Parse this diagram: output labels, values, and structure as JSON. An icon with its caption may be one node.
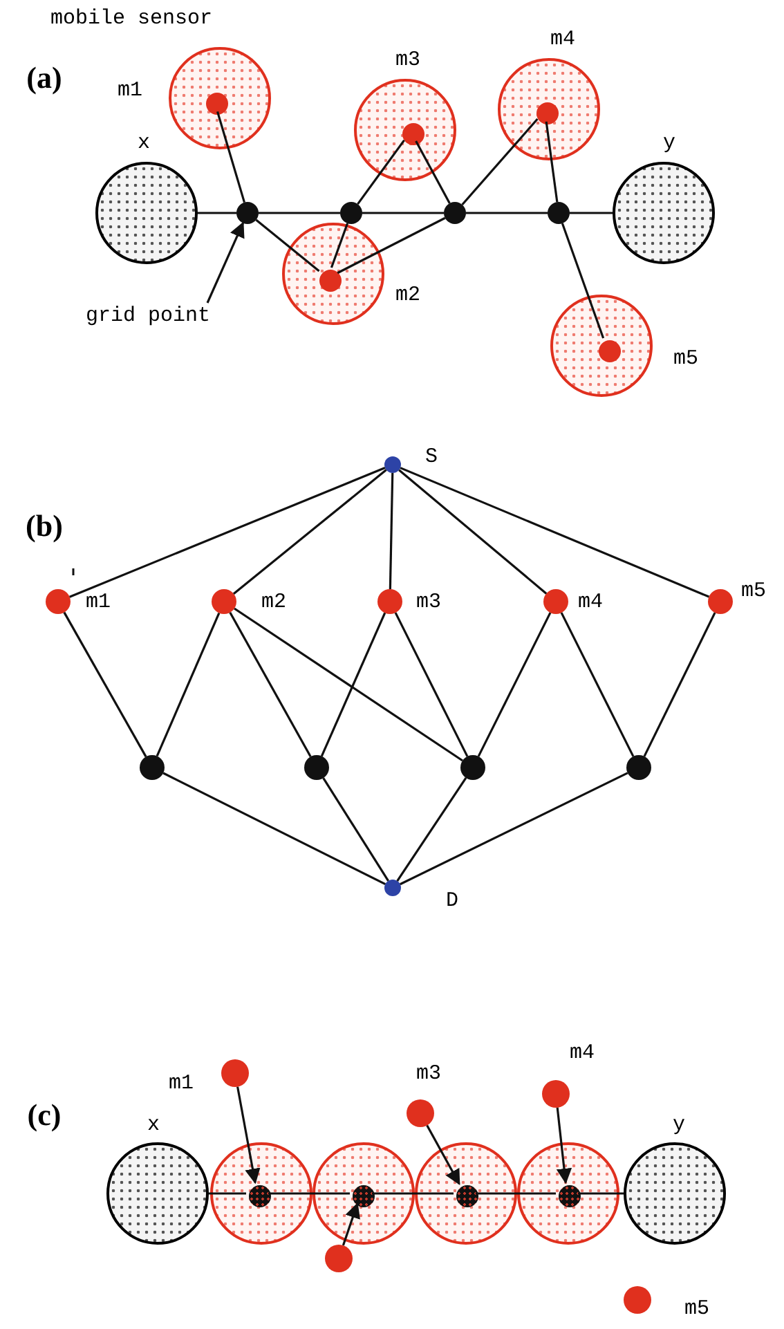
{
  "diagram": {
    "nodes": [
      {
        "text": [],
        "shape": "circle",
        "beside": [
          "x"
        ]
      },
      {
        "text": [],
        "shape": "circle",
        "beside": [
          "m1"
        ]
      },
      {
        "text": [],
        "shape": "circle",
        "in": 1
      },
      {
        "text": [],
        "shape": "circle",
        "beside": [
          "m3"
        ]
      },
      {
        "text": [],
        "shape": "circle",
        "in": 3
      },
      {
        "text": [],
        "shape": "circle",
        "beside": [
          "m4"
        ]
      },
      {
        "text": [],
        "shape": "circle",
        "in": 5
      },
      {
        "text": [],
        "shape": "circle",
        "beside": [
          "y"
        ]
      },
      {
        "text": [],
        "shape": "circle"
      },
      {
        "text": [],
        "shape": "circle"
      },
      {
        "text": [],
        "shape": "circle"
      },
      {
        "text": [],
        "shape": "circle"
      },
      {
        "text": [],
        "shape": "circle",
        "beside": [
          "m2"
        ]
      },
      {
        "text": [],
        "shape": "circle",
        "in": 12
      },
      {
        "text": [
          "grid point"
        ]
      },
      {
        "text": [],
        "shape": "circle",
        "beside": [
          "m5"
        ]
      },
      {
        "text": [],
        "shape": "circle",
        "in": 15
      },
      {
        "text": [],
        "shape": "circle",
        "beside": [
          "S"
        ]
      },
      {
        "text": [],
        "shape": "circle",
        "beside": [
          "m1"
        ]
      },
      {
        "text": [],
        "shape": "circle",
        "beside": [
          "m2"
        ]
      },
      {
        "text": [],
        "shape": "circle",
        "beside": [
          "m3"
        ]
      },
      {
        "text": [],
        "shape": "circle",
        "beside": [
          "m4"
        ]
      },
      {
        "text": [],
        "shape": "circle",
        "beside": [
          "m5"
        ]
      },
      {
        "text": [],
        "shape": "circle"
      },
      {
        "text": [],
        "shape": "circle"
      },
      {
        "text": [],
        "shape": "circle"
      },
      {
        "text": [],
        "shape": "circle"
      },
      {
        "text": [],
        "shape": "circle",
        "beside": [
          "D"
        ]
      },
      {
        "text": [],
        "shape": "circle",
        "beside": [
          "m1"
        ]
      },
      {
        "text": [],
        "shape": "circle",
        "beside": [
          "m3"
        ]
      },
      {
        "text": [],
        "shape": "circle",
        "beside": [
          "m4"
        ]
      },
      {
        "text": [],
        "shape": "circle",
        "beside": [
          "x"
        ]
      },
      {
        "text": [],
        "shape": "circle"
      },
      {
        "text": [],
        "shape": "circle",
        "in": 32
      },
      {
        "text": [],
        "shape": "circle"
      },
      {
        "text": [],
        "shape": "circle",
        "in": 34
      },
      {
        "text": [],
        "shape": "circle"
      },
      {
        "text": [],
        "shape": "circle",
        "in": 36
      },
      {
        "text": [],
        "shape": "circle"
      },
      {
        "text": [],
        "shape": "circle",
        "in": 38
      },
      {
        "text": [],
        "shape": "circle",
        "beside": [
          "y"
        ]
      },
      {
        "text": [],
        "shape": "circle"
      },
      {
        "text": [],
        "shape": "circle",
        "beside": [
          "m5"
        ]
      }
    ],
    "edges": [
      {
        "from": 0,
        "to": 8,
        "arrow": "none"
      },
      {
        "from": 8,
        "to": 9,
        "arrow": "none"
      },
      {
        "from": 9,
        "to": 10,
        "arrow": "none"
      },
      {
        "from": 10,
        "to": 11,
        "arrow": "none"
      },
      {
        "from": 11,
        "to": 7,
        "arrow": "none"
      },
      {
        "from": 2,
        "to": 8,
        "arrow": "none"
      },
      {
        "from": 8,
        "to": 13,
        "arrow": "none"
      },
      {
        "from": 13,
        "to": 9,
        "arrow": "none"
      },
      {
        "from": 13,
        "to": 10,
        "arrow": "none"
      },
      {
        "from": 9,
        "to": 4,
        "arrow": "none"
      },
      {
        "from": 4,
        "to": 10,
        "arrow": "none"
      },
      {
        "from": 10,
        "to": 6,
        "arrow": "none"
      },
      {
        "from": 6,
        "to": 11,
        "arrow": "none"
      },
      {
        "from": 11,
        "to": 16,
        "arrow": "none"
      },
      {
        "from": 14,
        "to": 8,
        "arrow": "to"
      },
      {
        "from": 17,
        "to": 18,
        "arrow": "none"
      },
      {
        "from": 17,
        "to": 19,
        "arrow": "none"
      },
      {
        "from": 17,
        "to": 20,
        "arrow": "none"
      },
      {
        "from": 17,
        "to": 21,
        "arrow": "none"
      },
      {
        "from": 17,
        "to": 22,
        "arrow": "none"
      },
      {
        "from": 18,
        "to": 23,
        "arrow": "none"
      },
      {
        "from": 19,
        "to": 23,
        "arrow": "none"
      },
      {
        "from": 19,
        "to": 24,
        "arrow": "none"
      },
      {
        "from": 19,
        "to": 25,
        "arrow": "none"
      },
      {
        "from": 20,
        "to": 24,
        "arrow": "none"
      },
      {
        "from": 20,
        "to": 25,
        "arrow": "none"
      },
      {
        "from": 21,
        "to": 25,
        "arrow": "none"
      },
      {
        "from": 21,
        "to": 26,
        "arrow": "none"
      },
      {
        "from": 22,
        "to": 26,
        "arrow": "none"
      },
      {
        "from": 23,
        "to": 27,
        "arrow": "none"
      },
      {
        "from": 24,
        "to": 27,
        "arrow": "none"
      },
      {
        "from": 25,
        "to": 27,
        "arrow": "none"
      },
      {
        "from": 26,
        "to": 27,
        "arrow": "none"
      },
      {
        "from": 31,
        "to": 33,
        "arrow": "none"
      },
      {
        "from": 33,
        "to": 35,
        "arrow": "none"
      },
      {
        "from": 35,
        "to": 37,
        "arrow": "none"
      },
      {
        "from": 37,
        "to": 39,
        "arrow": "none"
      },
      {
        "from": 39,
        "to": 40,
        "arrow": "none"
      },
      {
        "from": 28,
        "to": 33,
        "arrow": "to"
      },
      {
        "from": 41,
        "to": 35,
        "arrow": "to"
      },
      {
        "from": 29,
        "to": 37,
        "arrow": "to"
      },
      {
        "from": 30,
        "to": 39,
        "arrow": "to"
      }
    ],
    "labels": [
      "mobile sensor",
      "(a)",
      "(b)",
      "(c)"
    ]
  }
}
